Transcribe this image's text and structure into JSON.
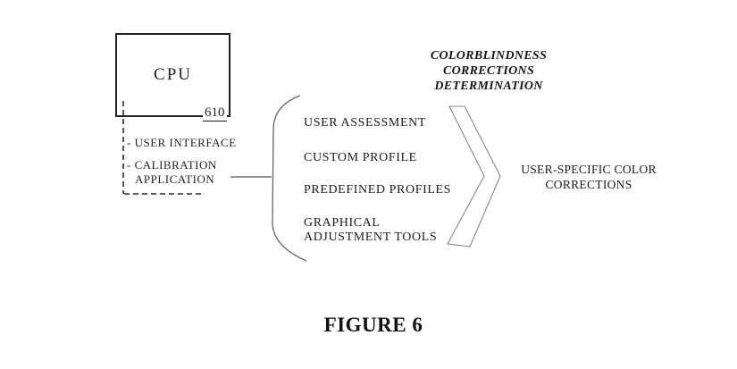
{
  "figure": {
    "caption": "FIGURE 6",
    "cpu": {
      "label": "CPU",
      "ref_number": "610"
    },
    "modules": {
      "items": [
        "- USER INTERFACE",
        "- CALIBRATION APPLICATION"
      ]
    },
    "methods": {
      "items": [
        "USER ASSESSMENT",
        "CUSTOM PROFILE",
        "PREDEFINED PROFILES",
        "GRAPHICAL ADJUSTMENT TOOLS"
      ]
    },
    "process_title": "COLORBLINDNESS CORRECTIONS DETERMINATION",
    "output_label": "USER-SPECIFIC COLOR CORRECTIONS",
    "colors": {
      "ink": "#1b1b1b",
      "box_stroke": "#222222",
      "brace_stroke": "#666666",
      "chevron_stroke": "#888888",
      "background": "#ffffff"
    }
  }
}
